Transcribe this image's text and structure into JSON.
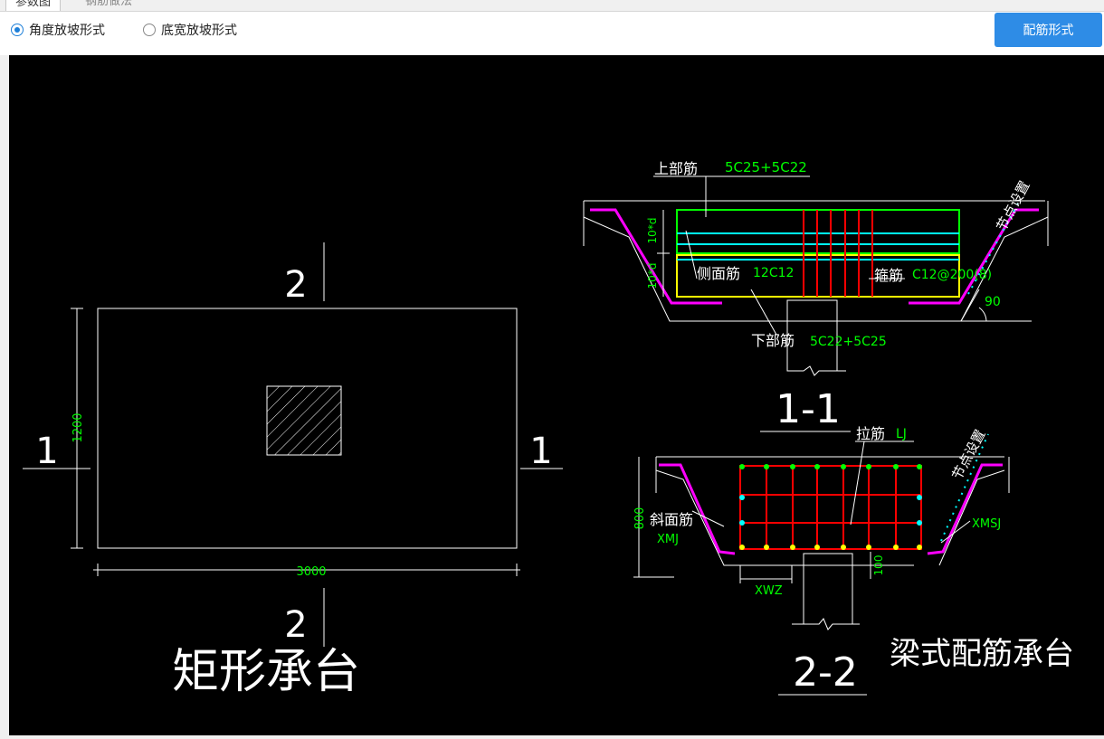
{
  "tabs": [
    "参数图",
    "钢筋做法"
  ],
  "options": {
    "angle_slope": "角度放坡形式",
    "width_slope": "底宽放坡形式",
    "selected": "angle_slope"
  },
  "buttons": {
    "rebar_form": "配筋形式"
  },
  "drawing": {
    "left": {
      "dim_height": "1200",
      "dim_width": "3000",
      "section_mark_1": "1",
      "section_mark_2": "2",
      "title": "矩形承台"
    },
    "section_11": {
      "top_bar_label": "上部筋",
      "top_bar_value": "5C25+5C22",
      "side_bar_label": "侧面筋",
      "side_bar_value": "12C12",
      "stirrup_label": "箍筋",
      "stirrup_value": "C12@200(8)",
      "bottom_bar_label": "下部筋",
      "bottom_bar_value": "5C22+5C25",
      "node_setting": "节点设置",
      "angle": "90",
      "dim_10d_a": "10*d",
      "dim_10d_b": "10*d",
      "title": "1-1"
    },
    "section_22": {
      "tie_label": "拉筋",
      "tie_value": "LJ",
      "slant_label": "斜面筋",
      "slant_value": "XMJ",
      "xmsj": "XMSJ",
      "xwz": "XWZ",
      "dim_800": "800",
      "dim_100": "100",
      "node_setting": "节点设置",
      "title": "2-2",
      "caption": "梁式配筋承台"
    }
  },
  "colors": {
    "accent": "#2e8ce6",
    "green": "#00ff00",
    "red": "#ff0000",
    "cyan": "#00ffff",
    "yellow": "#ffff00",
    "magenta": "#ff00ff"
  }
}
